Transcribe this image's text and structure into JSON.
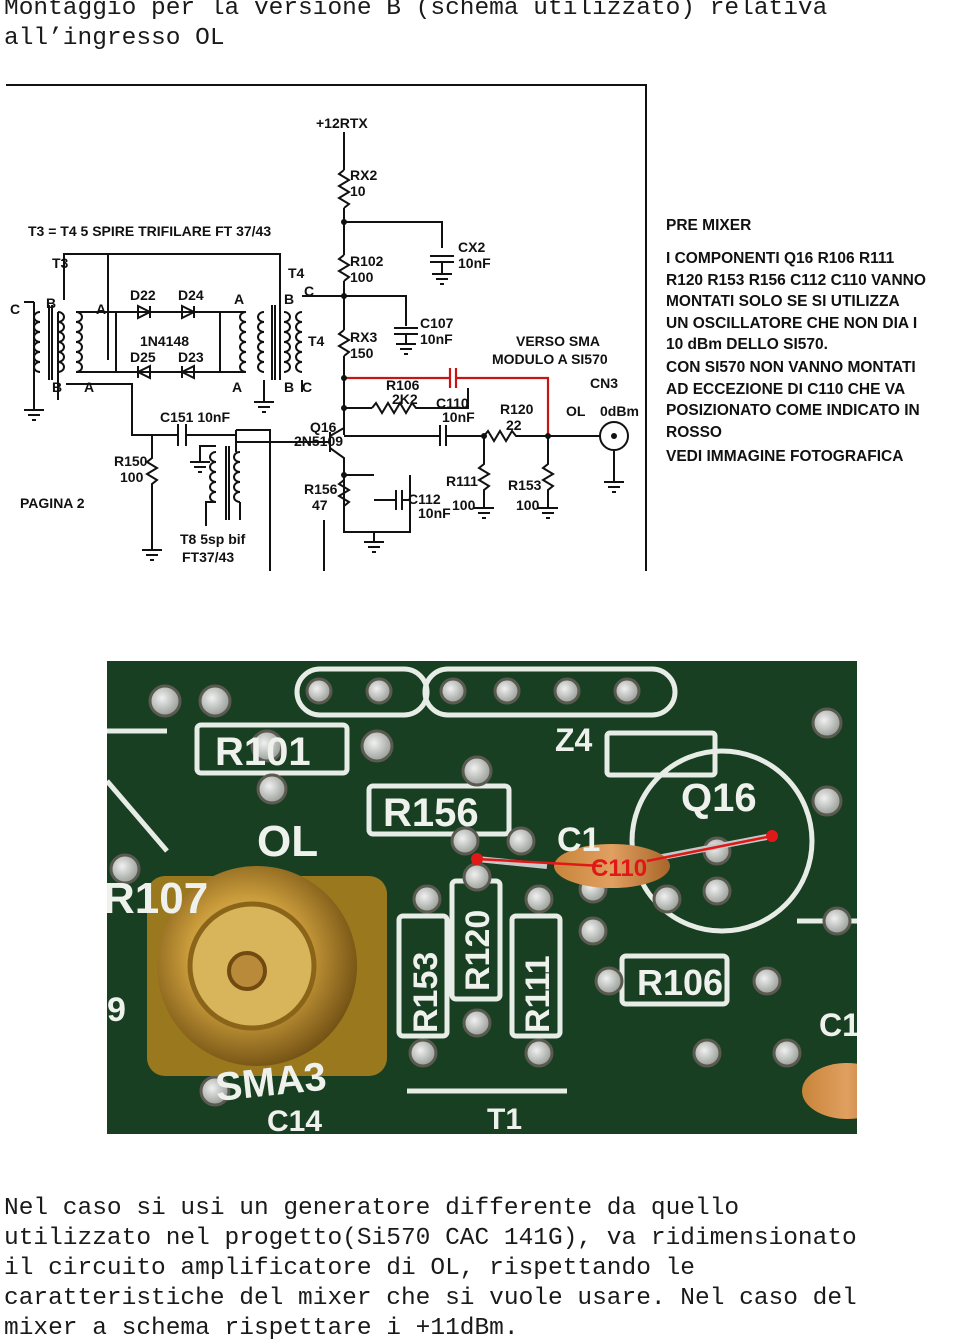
{
  "heading": {
    "line1": "Montaggio per la versione B (schema utilizzato) relativa",
    "line2": "all’ingresso OL"
  },
  "schematic": {
    "supply": "+12RTX",
    "transformer_note": "T3 = T4  5 SPIRE TRIFILARE FT 37/43",
    "t3": "T3",
    "t4_top": "T4",
    "t4_side": "T4",
    "wind_c1": "C",
    "wind_b1": "B",
    "wind_a1": "A",
    "wind_b2": "B",
    "wind_a2": "A",
    "wind_a3": "A",
    "wind_b3": "B",
    "wind_c3": "C",
    "wind_a4": "A",
    "wind_b4": "B",
    "wind_c4": "C",
    "d22": "D22",
    "d24": "D24",
    "diode_type": "1N4148",
    "d25": "D25",
    "d23": "D23",
    "rx2": "RX2",
    "rx2_val": "10",
    "cx2": "CX2",
    "cx2_val": "10nF",
    "r102": "R102",
    "r102_val": "100",
    "c107": "C107",
    "c107_val": "10nF",
    "rx3": "RX3",
    "rx3_val": "150",
    "verso1": "VERSO SMA",
    "verso2": "MODULO A SI570",
    "cn3": "CN3",
    "ol": "OL",
    "odbm": "0dBm",
    "r106": "R106",
    "r106_val": "2K2",
    "c110": "C110",
    "c110_val": "10nF",
    "r120": "R120",
    "r120_val": "22",
    "c151": "C151 10nF",
    "q16": "Q16",
    "q16_type": "2N5109",
    "r150": "R150",
    "r150_val": "100",
    "r156": "R156",
    "r156_val": "47",
    "c112": "C112",
    "c112_val": "10nF",
    "r111": "R111",
    "r111_val": "100",
    "r153": "R153",
    "r153_val": "100",
    "pagina": "PAGINA 2",
    "t8_line1": "T8  5sp bif",
    "t8_line2": "FT37/43",
    "note_title": "PRE MIXER",
    "note_lines": [
      "I COMPONENTI Q16 R106 R111",
      "R120 R153 R156 C112 C110 VANNO",
      "MONTATI SOLO SE SI UTILIZZA",
      "UN OSCILLATORE CHE NON DIA I",
      "10 dBm DELLO SI570.",
      "CON SI570 NON VANNO MONTATI",
      "AD  ECCEZIONE DI C110 CHE VA",
      "POSIZIONATO COME INDICATO IN",
      "ROSSO",
      "VEDI IMMAGINE FOTOGRAFICA"
    ],
    "red_wire_color": "#c81414"
  },
  "photo": {
    "r101": "R101",
    "z4": "Z4",
    "r156": "R156",
    "q16": "Q16",
    "ol": "OL",
    "c1_partial": "C1",
    "c110": "C110",
    "r107": "R107",
    "r120": "R120",
    "r153": "R153",
    "r111": "R111",
    "r106": "R106",
    "sma": "SMA3",
    "c14": "C14",
    "t1": "T1",
    "nine": "9",
    "c1_right": "C1",
    "board_color": "#1f4a2a",
    "marker_color": "#e01818"
  },
  "body": {
    "lines": [
      "Nel caso si usi un generatore differente da quello",
      "utilizzato nel progetto(Si570 CAC 141G), va ridimensionato",
      "il circuito amplificatore di OL, rispettando le",
      "caratteristiche del mixer che si vuole usare. Nel caso del",
      "mixer a schema rispettare i +11dBm."
    ]
  }
}
